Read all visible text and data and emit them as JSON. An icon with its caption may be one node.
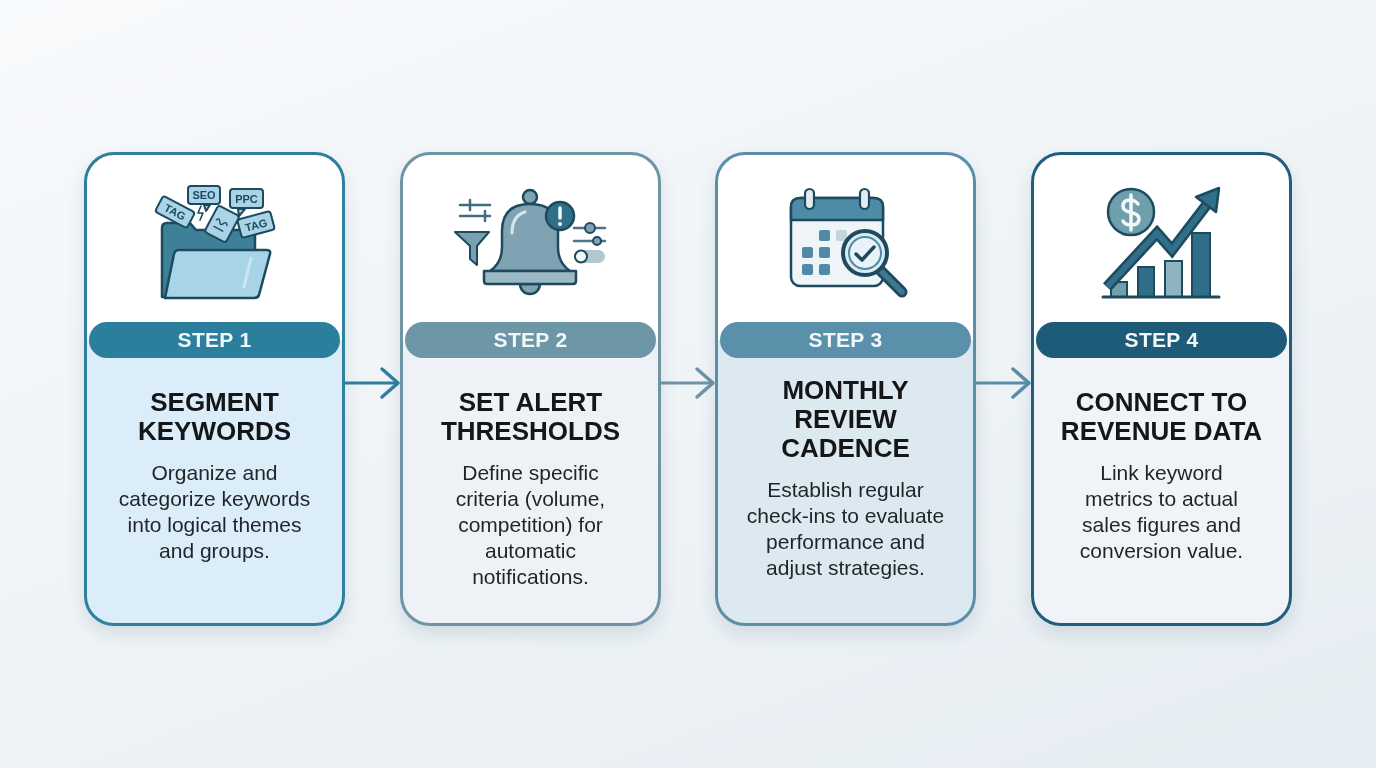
{
  "diagram": {
    "nodes": [
      {
        "text": [
          "SEGMENT KEYWORDS",
          "Organize and categorize keywords into logical themes and groups."
        ]
      },
      {
        "text": [
          "STEP 1"
        ],
        "in": 0
      },
      {
        "text": [
          "SET ALERT THRESHOLDS",
          "Define specific criteria (volume, competition) for automatic notifications."
        ]
      },
      {
        "text": [
          "STEP 2"
        ],
        "in": 2
      },
      {
        "text": [
          "MONTHLY REVIEW CADENCE",
          "Establish regular check-ins to evaluate performance and adjust strategies."
        ]
      },
      {
        "text": [
          "STEP 3"
        ],
        "in": 4
      },
      {
        "text": [
          "CONNECT TO REVENUE DATA",
          "Link keyword metrics to actual sales figures and conversion value."
        ]
      },
      {
        "text": [
          "STEP 4"
        ],
        "in": 6
      }
    ],
    "edges": [
      {
        "from": 0,
        "to": 2,
        "arrow": "to",
        "color": "#2f7f9e"
      },
      {
        "from": 2,
        "to": 4,
        "arrow": "to",
        "color": "#6e94a6"
      },
      {
        "from": 4,
        "to": 6,
        "arrow": "to",
        "color": "#5a8ea9"
      }
    ],
    "labels": [
      "SEO",
      "PPC",
      "TAG",
      "TAG"
    ]
  }
}
